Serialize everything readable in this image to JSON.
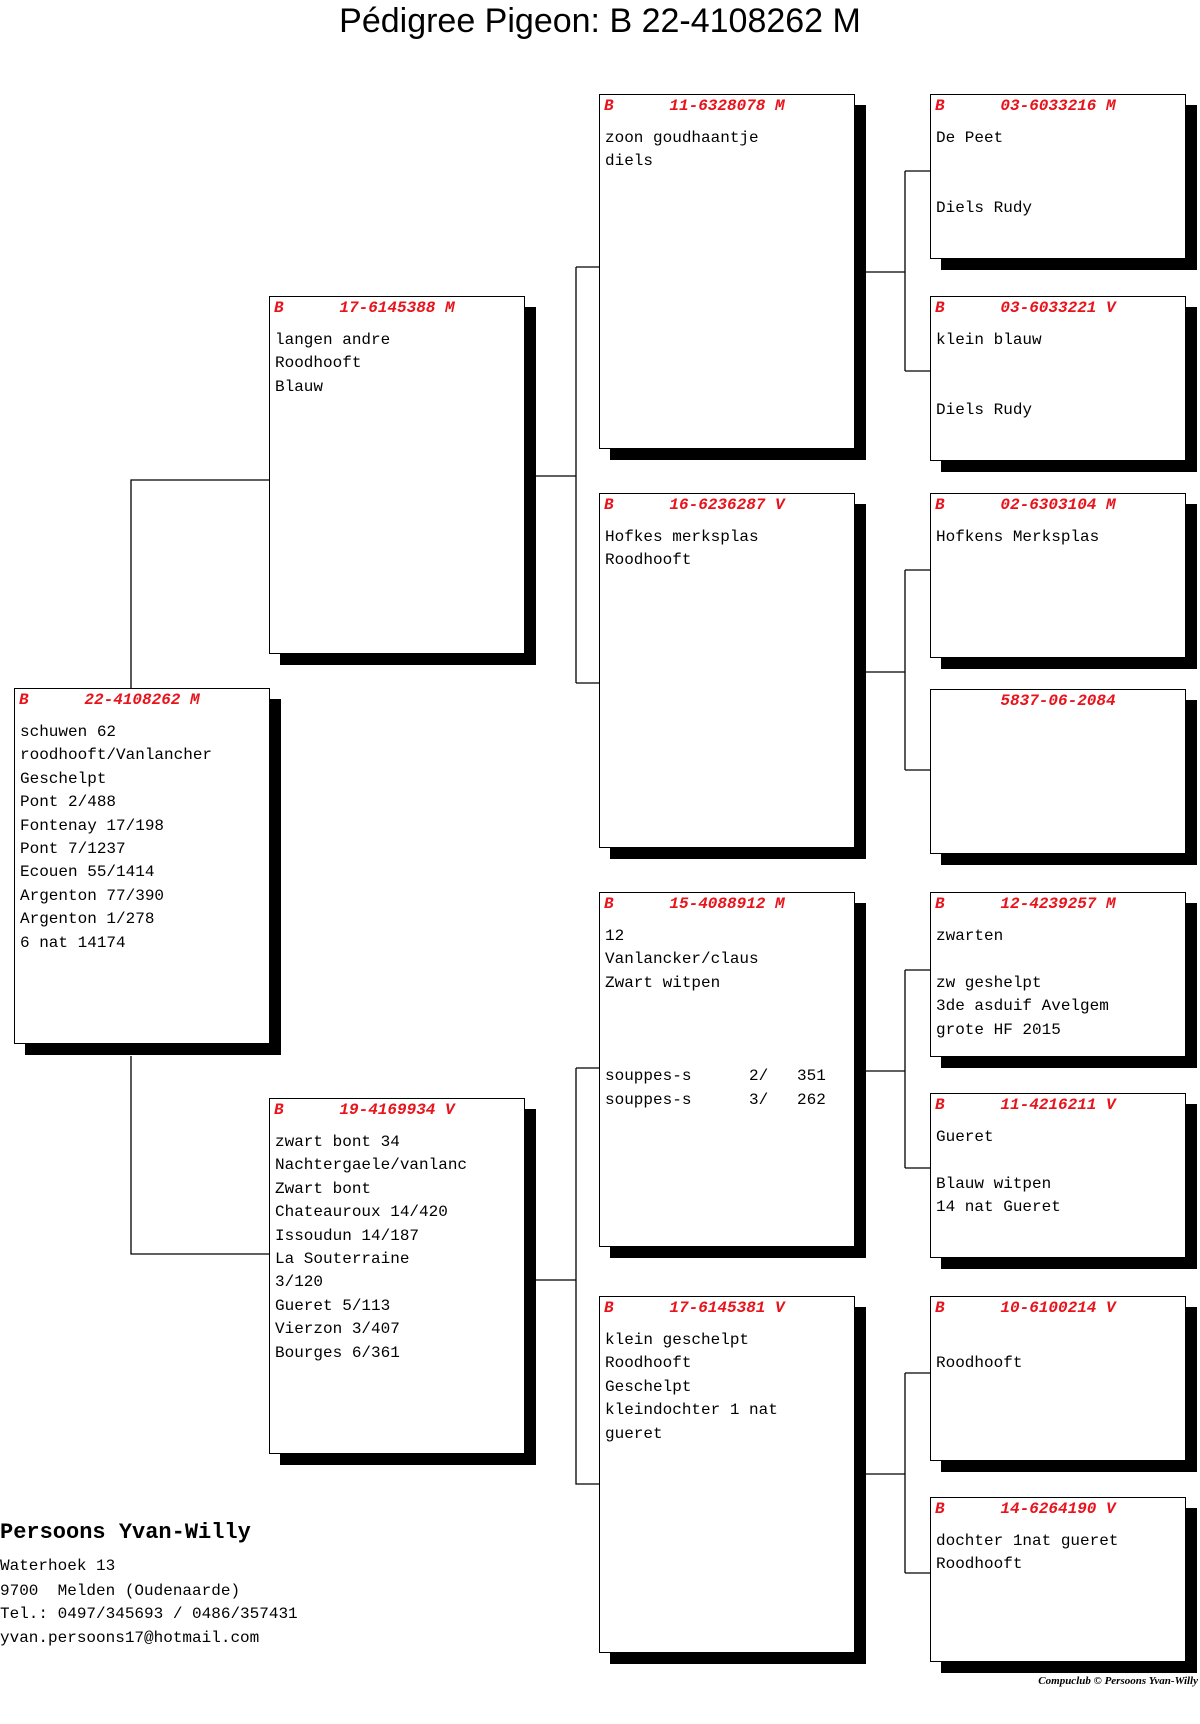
{
  "title": "Pédigree Pigeon: B   22-4108262 M",
  "pigeons": {
    "subject": {
      "country": "B",
      "ring": "22-4108262 M",
      "lines": [
        "schuwen 62",
        "roodhooft/Vanlancher",
        "Geschelpt",
        "Pont 2/488",
        "Fontenay 17/198",
        "Pont 7/1237",
        "Ecouen 55/1414",
        "Argenton 77/390",
        "Argenton 1/278",
        "6 nat 14174"
      ]
    },
    "sire": {
      "country": "B",
      "ring": "17-6145388 M",
      "lines": [
        "langen andre",
        "Roodhooft",
        "Blauw"
      ]
    },
    "dam": {
      "country": "B",
      "ring": "19-4169934 V",
      "lines": [
        "zwart bont 34",
        "Nachtergaele/vanlanc",
        "Zwart bont",
        "Chateauroux 14/420",
        "Issoudun 14/187",
        "La Souterraine",
        "3/120",
        "Gueret 5/113",
        "Vierzon 3/407",
        "Bourges 6/361"
      ]
    },
    "sire_sire": {
      "country": "B",
      "ring": "11-6328078 M",
      "lines": [
        "zoon goudhaantje",
        "diels"
      ]
    },
    "sire_dam": {
      "country": "B",
      "ring": "16-6236287 V",
      "lines": [
        "Hofkes merksplas",
        "Roodhooft"
      ]
    },
    "dam_sire": {
      "country": "B",
      "ring": "15-4088912 M",
      "lines": [
        "12",
        "Vanlancker/claus",
        "Zwart witpen",
        "",
        "",
        "",
        "souppes-s      2/   351",
        "souppes-s      3/   262"
      ]
    },
    "dam_dam": {
      "country": "B",
      "ring": "17-6145381 V",
      "lines": [
        "klein geschelpt",
        "Roodhooft",
        "Geschelpt",
        "kleindochter 1 nat",
        "gueret"
      ]
    },
    "ss_sire": {
      "country": "B",
      "ring": "03-6033216 M",
      "lines": [
        "De Peet",
        "",
        "",
        "Diels Rudy"
      ]
    },
    "ss_dam": {
      "country": "B",
      "ring": "03-6033221 V",
      "lines": [
        "klein blauw",
        "",
        "",
        "Diels Rudy"
      ]
    },
    "sd_sire": {
      "country": "B",
      "ring": "02-6303104 M",
      "lines": [
        "Hofkens Merksplas"
      ]
    },
    "sd_dam": {
      "country": "",
      "ring": "5837-06-2084",
      "lines": []
    },
    "ds_sire": {
      "country": "B",
      "ring": "12-4239257 M",
      "lines": [
        "zwarten",
        "",
        "zw geshelpt",
        "3de asduif Avelgem",
        "grote HF 2015"
      ]
    },
    "ds_dam": {
      "country": "B",
      "ring": "11-4216211 V",
      "lines": [
        "Gueret",
        "",
        "Blauw witpen",
        "14 nat Gueret"
      ]
    },
    "dd_sire": {
      "country": "B",
      "ring": "10-6100214 V",
      "lines": [
        "",
        "Roodhooft"
      ]
    },
    "dd_dam": {
      "country": "B",
      "ring": "14-6264190 V",
      "lines": [
        "dochter 1nat gueret",
        "Roodhooft"
      ]
    }
  },
  "owner": {
    "name": "Persoons Yvan-Willy",
    "address": "Waterhoek 13",
    "city": "9700  Melden (Oudenaarde)",
    "phone": "Tel.: 0497/345693 / 0486/357431",
    "email": "yvan.persoons17@hotmail.com"
  },
  "credit": "Compuclub © Persoons Yvan-Willy"
}
